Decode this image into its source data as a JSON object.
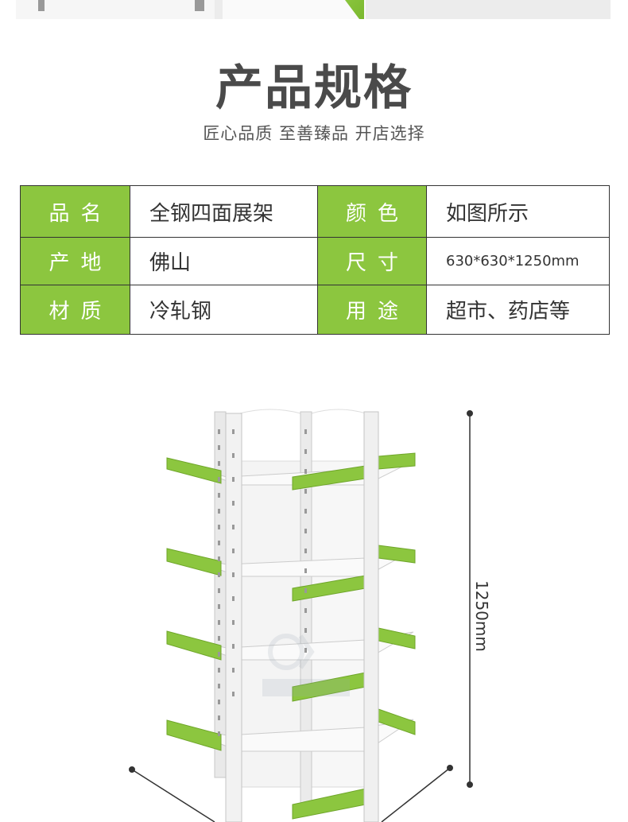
{
  "header": {
    "title": "产品规格",
    "subtitle": "匠心品质 至善臻品 开店选择"
  },
  "spec_table": {
    "rows": [
      [
        {
          "label": "品名",
          "value": "全钢四面展架"
        },
        {
          "label": "颜色",
          "value": "如图所示"
        }
      ],
      [
        {
          "label": "产地",
          "value": "佛山"
        },
        {
          "label": "尺寸",
          "value": "630*630*1250mm"
        }
      ],
      [
        {
          "label": "材质",
          "value": "冷轧钢"
        },
        {
          "label": "用途",
          "value": "超市、药店等"
        }
      ]
    ]
  },
  "product_image": {
    "height_dimension": "1250mm",
    "accent_color": "#8cc63f",
    "frame_color": "#f2f2f2"
  }
}
